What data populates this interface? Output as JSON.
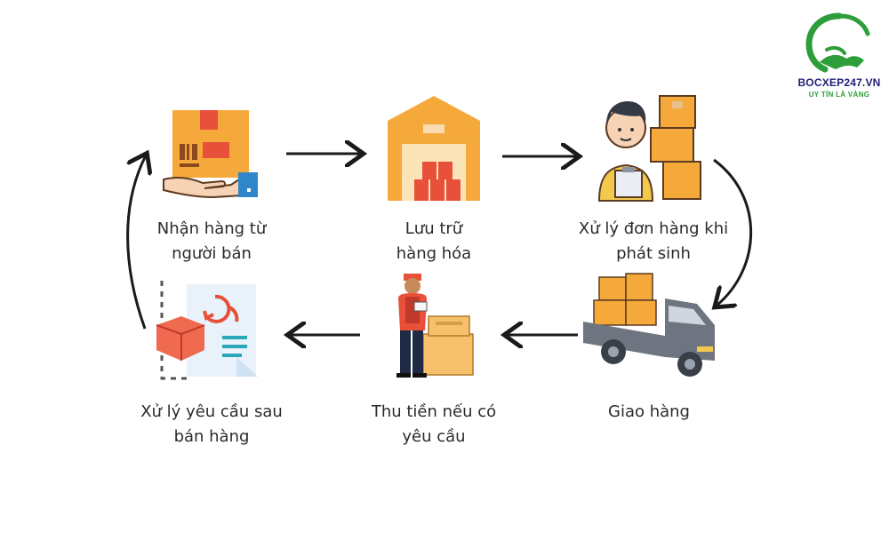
{
  "brand": {
    "name": "BOCXEP247.VN",
    "slogan": "UY TÍN LÀ VÀNG",
    "colors": {
      "primary_green": "#2e9e3a",
      "navy": "#1f1f7a"
    }
  },
  "steps": [
    {
      "icon": "package-in-hand-icon",
      "line1": "Nhận hàng từ",
      "line2": "người bán"
    },
    {
      "icon": "warehouse-icon",
      "line1": "Lưu trữ",
      "line2": "hàng hóa"
    },
    {
      "icon": "worker-with-boxes-icon",
      "line1": "Xử lý đơn hàng khi",
      "line2": "phát sinh"
    },
    {
      "icon": "delivery-truck-icon",
      "line1": "Giao hàng",
      "line2": ""
    },
    {
      "icon": "courier-collect-payment-icon",
      "line1": "Thu tiền nếu có",
      "line2": "yêu cầu"
    },
    {
      "icon": "return-document-icon",
      "line1": "Xử lý yêu cầu sau",
      "line2": "bán hàng"
    }
  ],
  "colors": {
    "orange": "#f6a93b",
    "red": "#e8503a",
    "arrow": "#1a1a1a"
  }
}
